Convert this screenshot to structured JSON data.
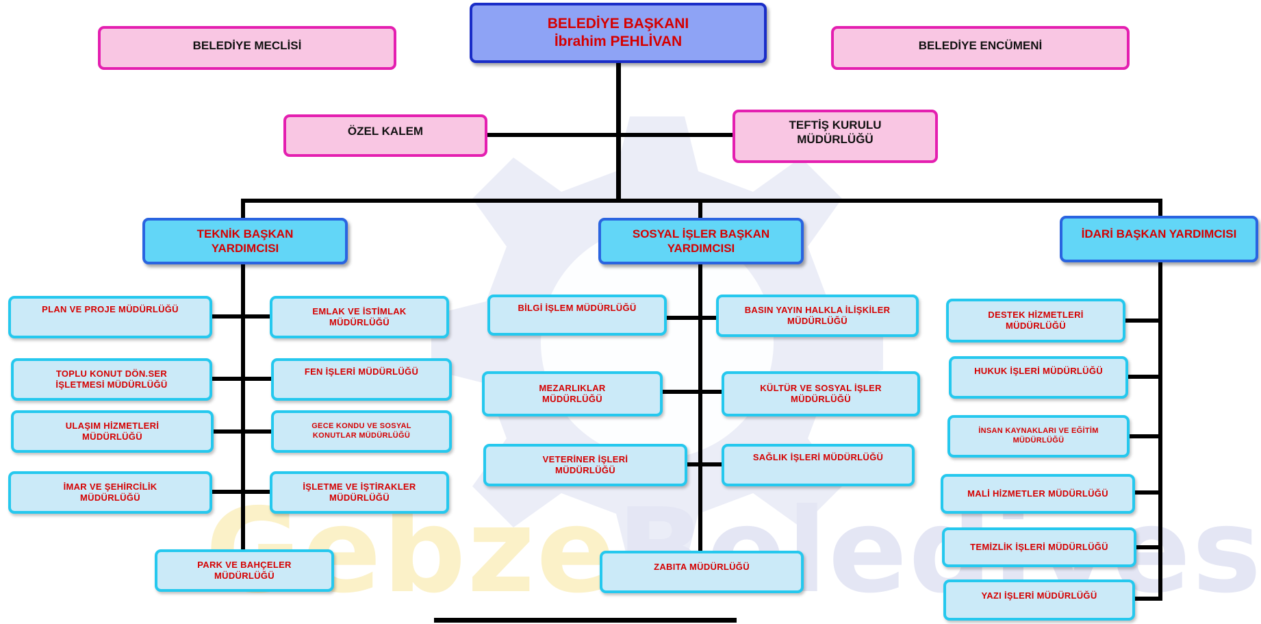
{
  "top": {
    "mayor_title": "BELEDİYE BAŞKANI",
    "mayor_name": "İbrahim PEHLİVAN",
    "council": "BELEDİYE MECLİSİ",
    "committee": "BELEDİYE ENCÜMENİ",
    "private_office": "ÖZEL KALEM",
    "inspection": "TEFTİŞ KURULU\nMÜDÜRLÜĞÜ"
  },
  "deputies": {
    "technical": "TEKNİK BAŞKAN\nYARDIMCISI",
    "social": "SOSYAL İŞLER BAŞKAN\nYARDIMCISI",
    "admin": "İDARİ BAŞKAN YARDIMCISI"
  },
  "technical_units": [
    "PLAN VE PROJE  MÜDÜRLÜĞÜ",
    "EMLAK VE İSTİMLAK\nMÜDÜRLÜĞÜ",
    "TOPLU KONUT DÖN.SER\nİŞLETMESİ MÜDÜRLÜĞÜ",
    "FEN İŞLERİ MÜDÜRLÜĞÜ",
    "ULAŞIM HİZMETLERİ\nMÜDÜRLÜĞÜ",
    "GECE KONDU VE SOSYAL\nKONUTLAR MÜDÜRLÜĞÜ",
    "İMAR VE ŞEHİRCİLİK\nMÜDÜRLÜĞÜ",
    "İŞLETME VE İŞTİRAKLER\nMÜDÜRLÜĞÜ",
    "PARK VE BAHÇELER\nMÜDÜRLÜĞÜ"
  ],
  "social_units": [
    "BİLGİ İŞLEM MÜDÜRLÜĞÜ",
    "BASIN YAYIN HALKLA İLİŞKİLER\nMÜDÜRLÜĞÜ",
    "MEZARLIKLAR\nMÜDÜRLÜĞÜ",
    "KÜLTÜR VE SOSYAL İŞLER\nMÜDÜRLÜĞÜ",
    "VETERİNER İŞLERİ\nMÜDÜRLÜĞÜ",
    "SAĞLIK İŞLERİ  MÜDÜRLÜĞÜ",
    "ZABITA MÜDÜRLÜĞÜ"
  ],
  "admin_units": [
    "DESTEK HİZMETLERİ\nMÜDÜRLÜĞÜ",
    "HUKUK İŞLERİ MÜDÜRLÜĞÜ",
    "İNSAN KAYNAKLARI VE EĞİTİM\nMÜDÜRLÜĞÜ",
    "MALİ HİZMETLER MÜDÜRLÜĞÜ",
    "TEMİZLİK İŞLERİ MÜDÜRLÜĞÜ",
    "YAZI İŞLERİ MÜDÜRLÜĞÜ"
  ],
  "watermark": {
    "part1": "Gebze",
    "part2": "Belediyesi"
  },
  "colors": {
    "pink_fill": "#f9c6e3",
    "pink_border": "#e41fb0",
    "mayor_fill": "#8ea3f5",
    "mayor_border": "#1a2dc7",
    "deputy_fill": "#62d6f7",
    "unit_fill": "#cbeaf8",
    "unit_border": "#25c8ee",
    "text_red": "#d50000"
  }
}
